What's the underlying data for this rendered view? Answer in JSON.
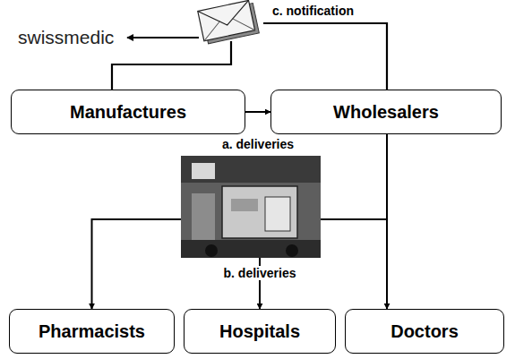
{
  "diagram": {
    "nodes": [
      {
        "text": [
          "Manufactures"
        ]
      },
      {
        "text": [
          "Wholesalers"
        ]
      },
      {
        "text": [
          "Pharmacists"
        ]
      },
      {
        "text": [
          "Hospitals"
        ]
      },
      {
        "text": [
          "Doctors"
        ]
      }
    ],
    "edges": [
      {
        "from": 0,
        "to": 1,
        "arrow": "to",
        "label": "a. deliveries"
      },
      {
        "from": 1,
        "to": 2,
        "arrow": "to"
      },
      {
        "from": 1,
        "to": 3,
        "arrow": "to",
        "label": "b. deliveries"
      },
      {
        "from": 1,
        "to": 4,
        "arrow": "to"
      }
    ],
    "labels": [
      "swissmedic",
      "c. notification"
    ]
  }
}
